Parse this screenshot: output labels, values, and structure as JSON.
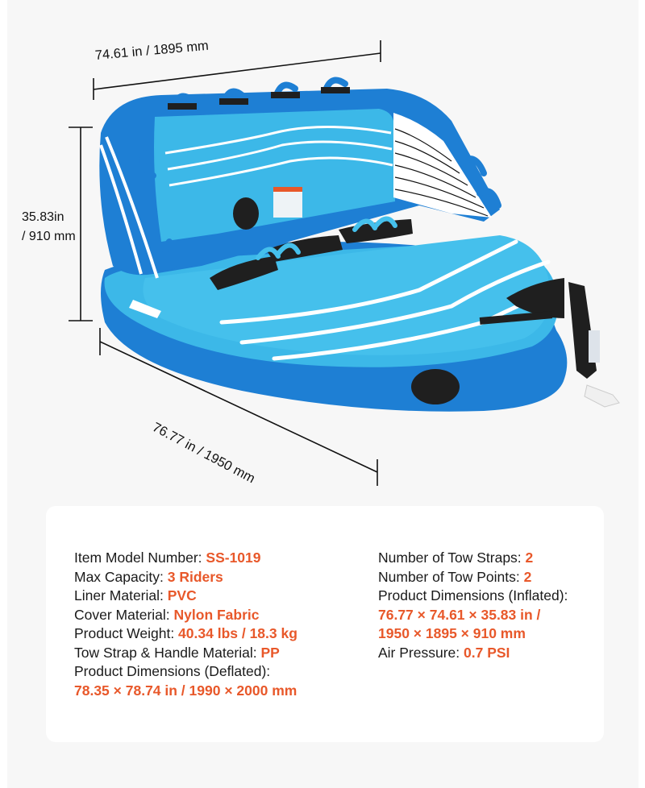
{
  "dimensions": {
    "width_label": "74.61 in / 1895 mm",
    "height_label_line1": "35.83in",
    "height_label_line2": "/ 910 mm",
    "length_label": "76.77 in / 1950 mm"
  },
  "product_image": {
    "description": "3-rider inflatable towable tube with backrest, blue with white wave stripes",
    "colors": {
      "primary_blue": "#1e7fd4",
      "light_blue": "#3cb8e8",
      "deck_blue": "#45c0ec",
      "black_pad": "#1f1f1f",
      "stripe": "#ffffff"
    }
  },
  "specs": {
    "accent_color": "#e8582a",
    "left": [
      {
        "label": "Item Model Number: ",
        "value": "SS-1019"
      },
      {
        "label": "Max Capacity: ",
        "value": "3 Riders"
      },
      {
        "label": "Liner Material: ",
        "value": "PVC"
      },
      {
        "label": "Cover Material: ",
        "value": "Nylon Fabric"
      },
      {
        "label": "Product Weight: ",
        "value": "40.34 lbs / 18.3 kg"
      },
      {
        "label": "Tow Strap & Handle Material: ",
        "value": "PP"
      },
      {
        "label": "Product Dimensions (Deflated):",
        "value": ""
      },
      {
        "label": "",
        "value": "78.35 × 78.74 in / 1990 × 2000 mm"
      }
    ],
    "right": [
      {
        "label": "Number of Tow Straps: ",
        "value": "2"
      },
      {
        "label": "Number of Tow Points: ",
        "value": "2"
      },
      {
        "label": "Product Dimensions (Inflated):",
        "value": ""
      },
      {
        "label": "",
        "value": "76.77 × 74.61 × 35.83 in /"
      },
      {
        "label": "",
        "value": "1950 × 1895 × 910 mm"
      },
      {
        "label": "Air Pressure: ",
        "value": "0.7 PSI"
      }
    ]
  }
}
